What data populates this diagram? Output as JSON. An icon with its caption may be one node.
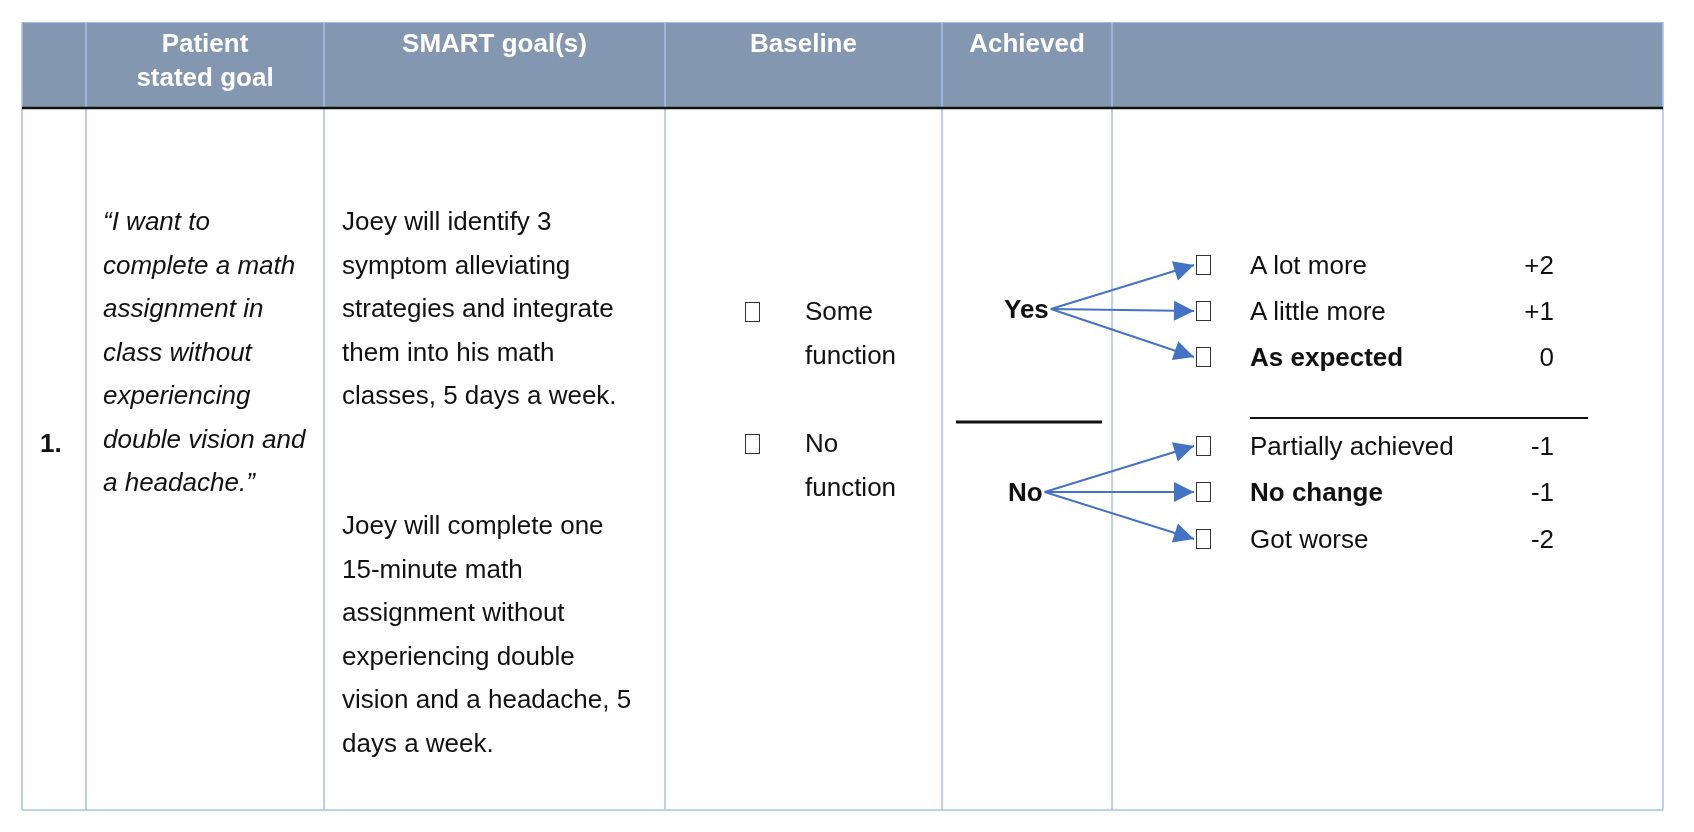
{
  "diagram": {
    "nodes": [
      {
        "text": [
          "Yes"
        ]
      },
      {
        "text": [
          "No"
        ]
      },
      {
        "text": [
          "A lot more"
        ]
      },
      {
        "text": [
          "A little more"
        ]
      },
      {
        "text": [
          "As expected"
        ]
      },
      {
        "text": [
          "Partially achieved"
        ]
      },
      {
        "text": [
          "No change"
        ]
      },
      {
        "text": [
          "Got worse"
        ]
      }
    ],
    "edges": [
      {
        "from": 0,
        "to": 2,
        "arrow": "to"
      },
      {
        "from": 0,
        "to": 3,
        "arrow": "to"
      },
      {
        "from": 0,
        "to": 4,
        "arrow": "to"
      },
      {
        "from": 1,
        "to": 5,
        "arrow": "to"
      },
      {
        "from": 1,
        "to": 6,
        "arrow": "to"
      },
      {
        "from": 1,
        "to": 7,
        "arrow": "to"
      }
    ],
    "labels": [
      "Patient stated goal",
      "SMART goal(s)",
      "Baseline",
      "Achieved",
      "1.",
      "“I want to complete a math assignment in class without experiencing double vision and a headache.”",
      "Joey will identify 3 symptom alleviating strategies and integrate them into his math classes, 5 days a week.",
      "Joey will complete one 15-minute math assignment without experiencing double vision and a headache, 5 days a week.",
      "Some function",
      "No function",
      "+2",
      "+1",
      "0",
      "-1",
      "-1",
      "-2"
    ]
  }
}
